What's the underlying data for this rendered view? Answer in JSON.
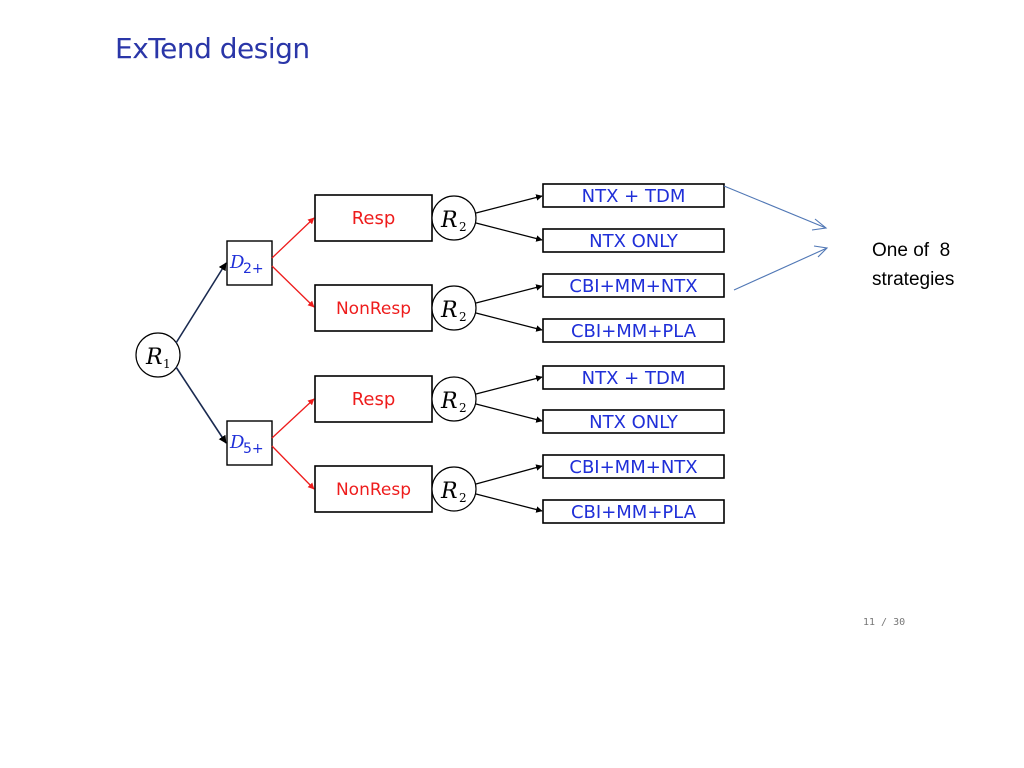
{
  "slide": {
    "title": "ExTend design",
    "page_number": "11 / 30"
  },
  "annotation": {
    "line1": "One of  8",
    "line2": "strategies"
  },
  "colors": {
    "title_blue": "#2a36a8",
    "blue_text": "#1f2fd8",
    "red_text": "#ee1c1c",
    "arrow_blue": "#5077b5"
  },
  "diagram": {
    "root": {
      "symbol": "R",
      "sub": "1"
    },
    "decisions": [
      {
        "symbol": "D",
        "sub": "2+",
        "branches": [
          {
            "label": "Resp",
            "rand": {
              "symbol": "R",
              "sub": "2"
            },
            "options": [
              "NTX + TDM",
              "NTX ONLY"
            ]
          },
          {
            "label": "NonResp",
            "rand": {
              "symbol": "R",
              "sub": "2"
            },
            "options": [
              "CBI+MM+NTX",
              "CBI+MM+PLA"
            ]
          }
        ]
      },
      {
        "symbol": "D",
        "sub": "5+",
        "branches": [
          {
            "label": "Resp",
            "rand": {
              "symbol": "R",
              "sub": "2"
            },
            "options": [
              "NTX + TDM",
              "NTX ONLY"
            ]
          },
          {
            "label": "NonResp",
            "rand": {
              "symbol": "R",
              "sub": "2"
            },
            "options": [
              "CBI+MM+NTX",
              "CBI+MM+PLA"
            ]
          }
        ]
      }
    ]
  }
}
